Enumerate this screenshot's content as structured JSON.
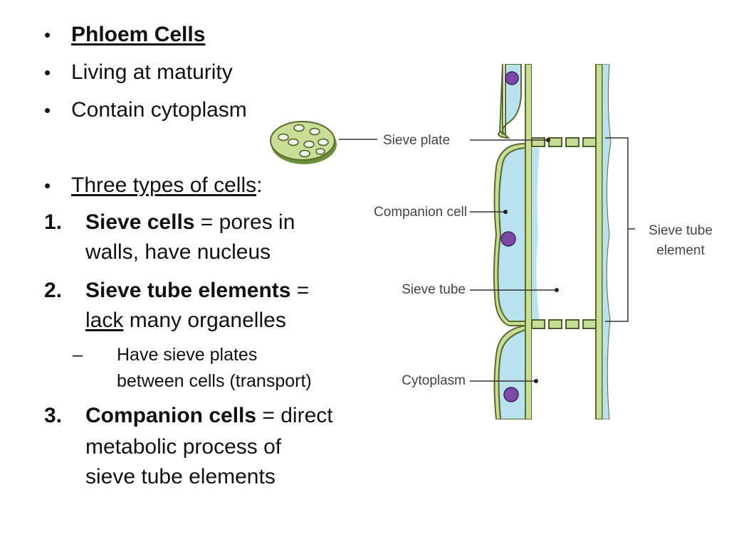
{
  "bullets": [
    {
      "text": "Phloem Cells"
    },
    {
      "text": "Living at maturity"
    },
    {
      "text": "Contain cytoplasm"
    },
    {
      "text_underlined": "Three types of cells",
      "text_rest": ":"
    }
  ],
  "numbered": [
    {
      "num": "1.",
      "bold": "Sieve cells",
      "rest1": " = pores in",
      "line2": "walls, have nucleus"
    },
    {
      "num": "2.",
      "bold": "Sieve tube elements",
      "rest1": " =",
      "line2_underlined": "lack",
      "line2_rest": " many organelles"
    },
    {
      "num": "3.",
      "bold": "Companion cells",
      "rest1": " = direct",
      "line2": "metabolic process of",
      "line3": "sieve tube elements"
    }
  ],
  "sub_bullet": {
    "dash": "–",
    "line1": "Have sieve plates",
    "line2": "between cells (transport)"
  },
  "diagram_labels": {
    "sieve_plate": "Sieve plate",
    "companion_cell": "Companion cell",
    "sieve_tube": "Sieve tube",
    "cytoplasm": "Cytoplasm",
    "sieve_tube_element_1": "Sieve tube",
    "sieve_tube_element_2": "element"
  },
  "colors": {
    "cytoplasm_fill": "#b9e2ee",
    "wall_fill": "#c8dd96",
    "wall_stroke": "#5a6b2e",
    "nucleus": "#7a4aa6",
    "leader_line": "#333333"
  }
}
